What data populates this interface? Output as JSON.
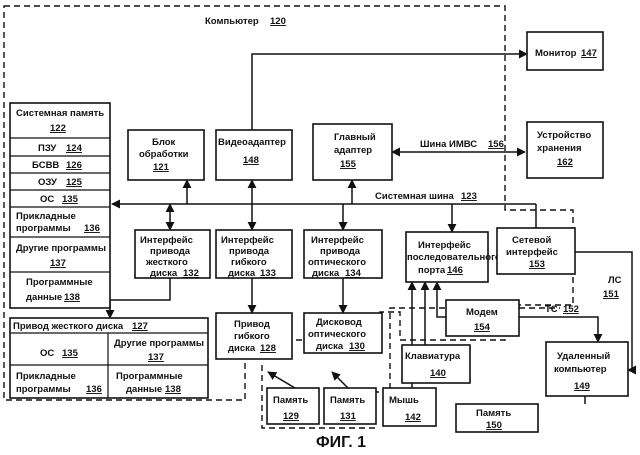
{
  "computer_label": "Компьютер",
  "computer_num": "120",
  "system_memory": {
    "title": "Системная память",
    "num": "122",
    "rows": [
      {
        "label": "ПЗУ",
        "num": "124"
      },
      {
        "label": "БСВВ",
        "num": "126"
      },
      {
        "label": "ОЗУ",
        "num": "125"
      },
      {
        "label": "ОС",
        "num": "135"
      }
    ],
    "apps_line1": "Прикладные",
    "apps_line2": "программы",
    "apps_num": "136",
    "other_line1": "Другие программы",
    "other_num": "137",
    "data_line1": "Программные",
    "data_line2": "данные",
    "data_num": "138"
  },
  "processing_unit": {
    "line1": "Блок",
    "line2": "обработки",
    "num": "121"
  },
  "video_adapter": {
    "line1": "Видеоадаптер",
    "num": "148"
  },
  "main_adapter": {
    "line1": "Главный",
    "line2": "адаптер",
    "num": "155"
  },
  "monitor": {
    "label": "Монитор",
    "num": "147"
  },
  "storage": {
    "line1": "Устройство",
    "line2": "хранения",
    "num": "162"
  },
  "bus_imvs": {
    "label": "Шина ИМВС",
    "num": "156"
  },
  "system_bus": {
    "label": "Системная шина",
    "num": "123"
  },
  "hdd_interface": {
    "line1": "Интерфейс",
    "line2": "привода",
    "line3": "жесткого",
    "line4": "диска",
    "num": "132"
  },
  "fdd_interface": {
    "line1": "Интерфейс",
    "line2": "привода",
    "line3": "гибкого",
    "line4": "диска",
    "num": "133"
  },
  "odd_interface": {
    "line1": "Интерфейс",
    "line2": "привода",
    "line3": "оптического",
    "line4": "диска",
    "num": "134"
  },
  "serial_interface": {
    "line1": "Интерфейс",
    "line2": "последовательного",
    "line3": "порта",
    "num": "146"
  },
  "network_interface": {
    "line1": "Сетевой",
    "line2": "интерфейс",
    "num": "153"
  },
  "hdd": {
    "title": "Привод жесткого диска",
    "num": "127",
    "os_label": "ОС",
    "os_num": "135",
    "other_line1": "Другие программы",
    "other_num": "137",
    "apps_line1": "Прикладные",
    "apps_line2": "программы",
    "apps_num": "136",
    "data_line1": "Программные",
    "data_line2": "данные",
    "data_num": "138"
  },
  "fdd": {
    "line1": "Привод",
    "line2": "гибкого",
    "line3": "диска",
    "num": "128"
  },
  "odd": {
    "line1": "Дисковод",
    "line2": "оптического",
    "line3": "диска",
    "num": "130"
  },
  "modem": {
    "label": "Модем",
    "num": "154"
  },
  "keyboard": {
    "label": "Клавиатура",
    "num": "140"
  },
  "mouse": {
    "label": "Мышь",
    "num": "142"
  },
  "memory_129": {
    "label": "Память",
    "num": "129"
  },
  "memory_131": {
    "label": "Память",
    "num": "131"
  },
  "memory_150": {
    "label": "Память",
    "num": "150"
  },
  "remote_computer": {
    "line1": "Удаленный",
    "line2": "компьютер",
    "num": "149"
  },
  "lan": {
    "label": "ЛС",
    "num": "151"
  },
  "wan": {
    "label": "ТС",
    "num": "152"
  },
  "figure_caption": "ФИГ. 1"
}
